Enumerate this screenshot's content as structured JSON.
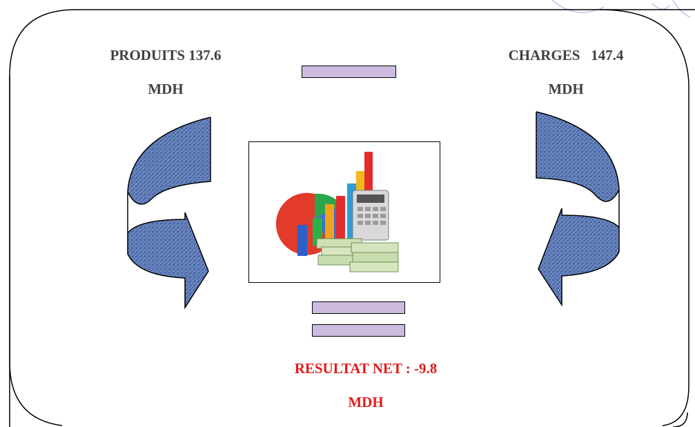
{
  "produits": {
    "line1": "PRODUITS 137.6",
    "line2": "MDH"
  },
  "charges": {
    "line1": "CHARGES   147.4",
    "line2": "MDH"
  },
  "resultat": {
    "line1": "RESULTAT NET : -9.8",
    "line2": "MDH"
  },
  "colors": {
    "bar_fill": "#cdbbdf",
    "arrow_fill": "#5a78b4",
    "result_text": "#e31b1b",
    "label_text": "#404040"
  },
  "icons": {
    "left_arrow": "curved-arrow-right-icon",
    "right_arrow": "curved-arrow-left-icon",
    "center_picture": "finance-charts-calculator-money-icon"
  }
}
